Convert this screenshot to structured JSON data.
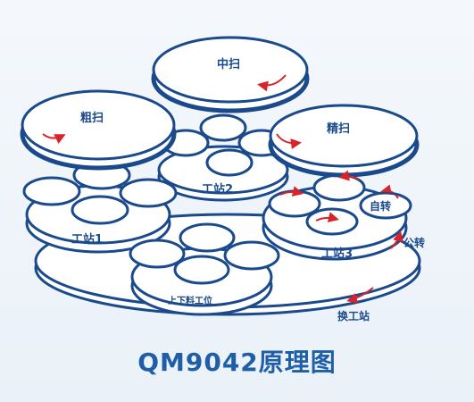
{
  "colors": {
    "outline": "#1a4a8c",
    "fill": "#ffffff",
    "arrow": "#d8232a",
    "caption": "#1f5fa8"
  },
  "labels": {
    "rough_sweep": "粗扫",
    "mid_sweep": "中扫",
    "fine_sweep": "精扫",
    "station1": "工站1",
    "station2": "工站2",
    "station3": "工站3",
    "self_rotate": "自转",
    "revolution": "公转",
    "load_unload": "上下料工位",
    "change_station": "换工站"
  },
  "caption": "QM9042原理图"
}
